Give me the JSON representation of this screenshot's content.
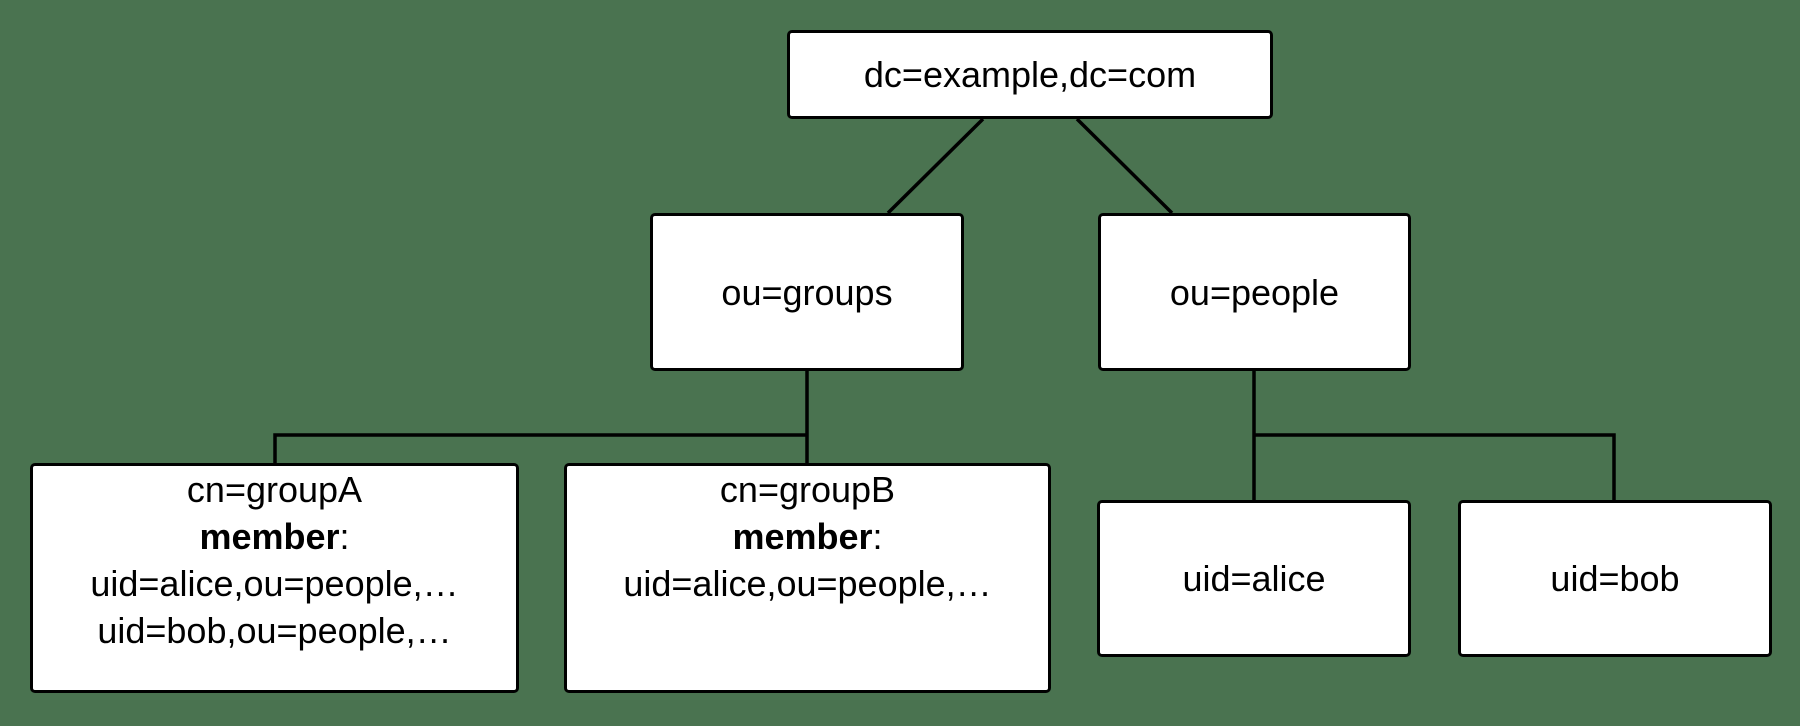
{
  "diagram": {
    "background": "#4a7350",
    "nodes": {
      "root": {
        "label": "dc=example,dc=com"
      },
      "groups": {
        "label": "ou=groups"
      },
      "people": {
        "label": "ou=people"
      },
      "groupA": {
        "label": "cn=groupA",
        "attr_name": "member",
        "attr_sep": ":",
        "values": [
          "uid=alice,ou=people,…",
          "uid=bob,ou=people,…"
        ]
      },
      "groupB": {
        "label": "cn=groupB",
        "attr_name": "member",
        "attr_sep": ":",
        "values": [
          "uid=alice,ou=people,…"
        ]
      },
      "alice": {
        "label": "uid=alice"
      },
      "bob": {
        "label": "uid=bob"
      }
    },
    "edges": [
      [
        "root",
        "groups"
      ],
      [
        "root",
        "people"
      ],
      [
        "groups",
        "groupA"
      ],
      [
        "groups",
        "groupB"
      ],
      [
        "people",
        "alice"
      ],
      [
        "people",
        "bob"
      ]
    ]
  }
}
